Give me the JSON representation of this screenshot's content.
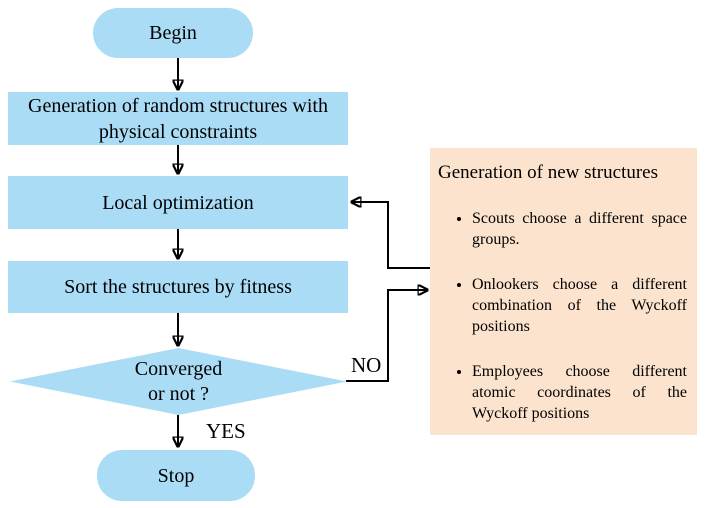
{
  "flowchart": {
    "begin_label": "Begin",
    "step1_line1": "Generation of random structures with",
    "step1_line2": "physical constraints",
    "step2_label": "Local optimization",
    "step3_label": "Sort the structures by fitness",
    "decision_line1": "Converged",
    "decision_line2": "or not ?",
    "stop_label": "Stop",
    "label_no": "NO",
    "label_yes": "YES"
  },
  "panel": {
    "title": "Generation of new structures",
    "bullets": [
      "Scouts choose a different space groups.",
      "Onlookers choose a different combination of the Wyckoff positions",
      "Employees choose different atomic coordinates of the Wyckoff positions"
    ]
  },
  "colors": {
    "node_fill": "#aadcf5",
    "panel_fill": "#fbe3cd",
    "line": "#000000",
    "text": "#000000"
  }
}
